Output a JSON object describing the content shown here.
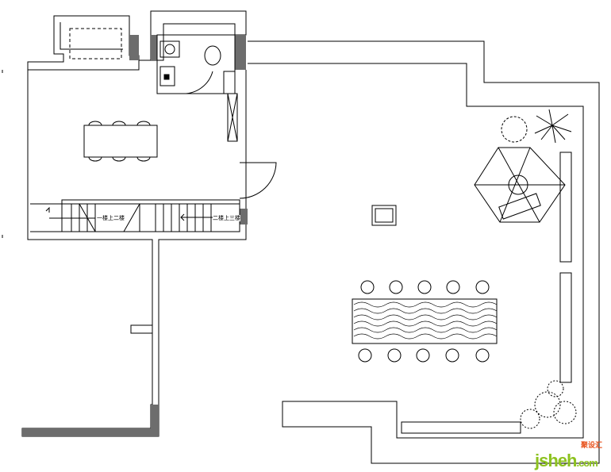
{
  "labels": {
    "stair_1_to_2": "一楼上二楼",
    "stair_2_to_3": "二楼上三楼"
  },
  "watermark": {
    "brand": "jsheh",
    "suffix": ".com",
    "cn": "聚设汇"
  },
  "colors": {
    "wall": "#6d6d6d",
    "line": "#000000",
    "watermark_green": "#8dc21f",
    "watermark_orange": "#e8531d"
  }
}
